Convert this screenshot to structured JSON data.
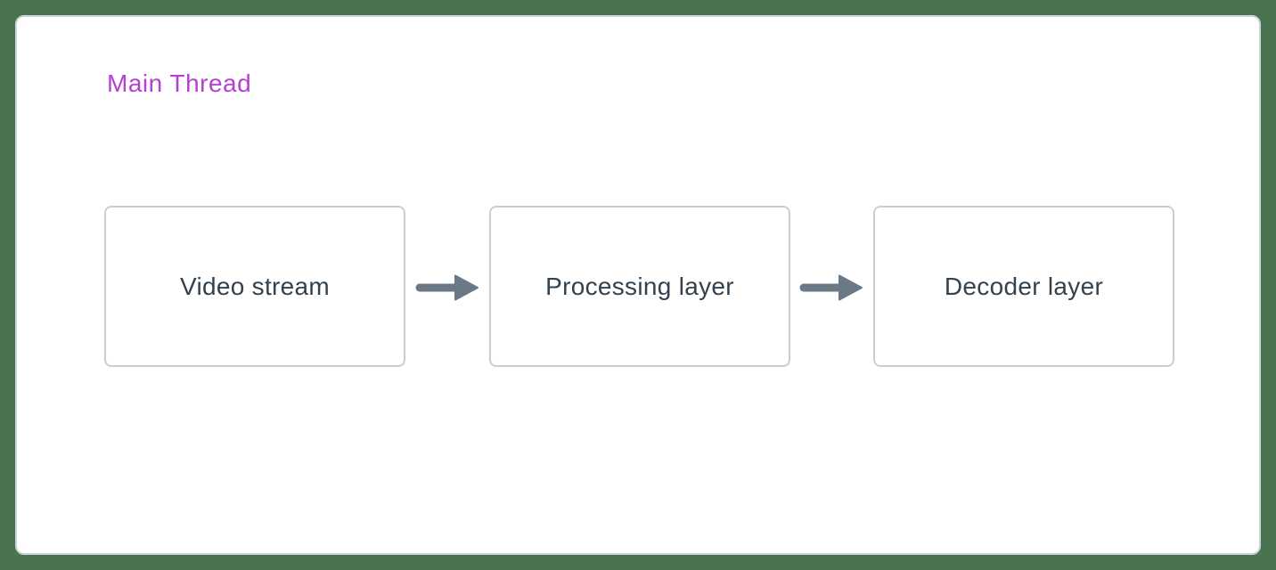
{
  "diagram": {
    "title": "Main Thread",
    "nodes": [
      {
        "label": "Video stream"
      },
      {
        "label": "Processing layer"
      },
      {
        "label": "Decoder layer"
      }
    ],
    "connections": [
      {
        "from": "Video stream",
        "to": "Processing layer"
      },
      {
        "from": "Processing layer",
        "to": "Decoder layer"
      }
    ]
  },
  "colors": {
    "canvas_background": "#4a7350",
    "panel_background": "#ffffff",
    "panel_border": "#c9d4dd",
    "node_border": "#c4cfd9",
    "node_text": "#33424f",
    "title_text": "#b640d1",
    "arrow": "#6b7987"
  }
}
